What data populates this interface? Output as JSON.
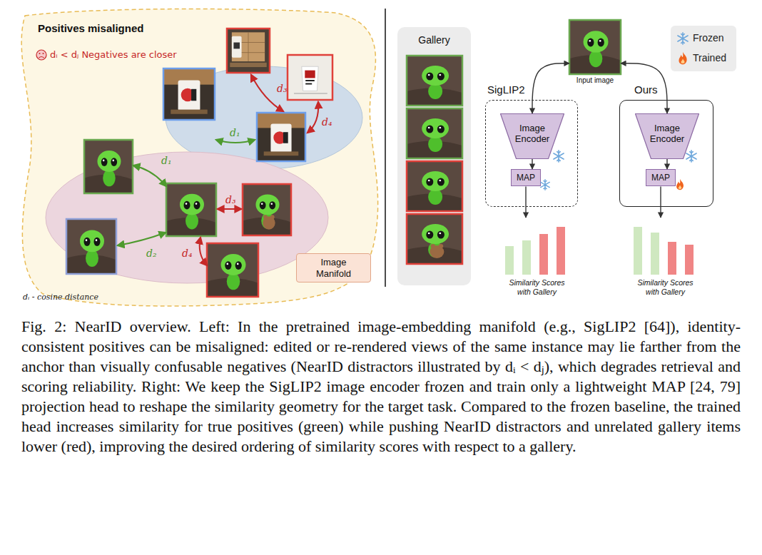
{
  "diagram": {
    "caption": "Fig. 2: NearID overview. Left: In the pretrained image-embedding manifold (e.g., SigLIP2 [64]), identity-consistent positives can be misaligned: edited or re-rendered views of the same instance may lie farther from the anchor than visually confusable negatives (NearID distractors illustrated by dᵢ < dⱼ), which degrades retrieval and scoring reliability. Right: We keep the SigLIP2 image encoder frozen and train only a lightweight MAP [24, 79] projection head to reshape the similarity geometry for the target task. Compared to the frozen baseline, the trained head increases similarity for true positives (green) while pushing NearID distractors and unrelated gallery items lower (red), improving the desired ordering of similarity scores with respect to a gallery.",
    "nodes": [
      {
        "text": [
          "Image Manifold"
        ]
      },
      {
        "text": [
          "Gallery"
        ]
      },
      {
        "text": [
          "Input image"
        ]
      },
      {
        "text": [
          "SigLIP2"
        ]
      },
      {
        "text": [
          "Image Encoder"
        ],
        "in": 3
      },
      {
        "text": [
          "MAP"
        ],
        "in": 3
      },
      {
        "text": [
          "Similarity Scores with Gallery"
        ]
      },
      {
        "text": [
          "Ours"
        ]
      },
      {
        "text": [
          "Image Encoder"
        ],
        "in": 7
      },
      {
        "text": [
          "MAP"
        ],
        "in": 7
      },
      {
        "text": [
          "Similarity Scores with Gallery"
        ]
      }
    ],
    "edges": [
      {
        "from": 2,
        "to": 4,
        "arrow": "both"
      },
      {
        "from": 2,
        "to": 8,
        "arrow": "both"
      },
      {
        "from": 4,
        "to": 5,
        "arrow": "to"
      },
      {
        "from": 5,
        "to": 6,
        "arrow": "to"
      },
      {
        "from": 8,
        "to": 9,
        "arrow": "to"
      },
      {
        "from": 9,
        "to": 10,
        "arrow": "to"
      }
    ],
    "labels": [
      "Positives misaligned",
      "dᵢ < dⱼ Negatives are closer",
      "d₁",
      "d₃",
      "d₄",
      "d₁",
      "d₃",
      "d₂",
      "d₄",
      "dᵢ - cosine distance"
    ],
    "legend": [
      {
        "text": "Frozen"
      },
      {
        "text": "Trained"
      }
    ]
  }
}
